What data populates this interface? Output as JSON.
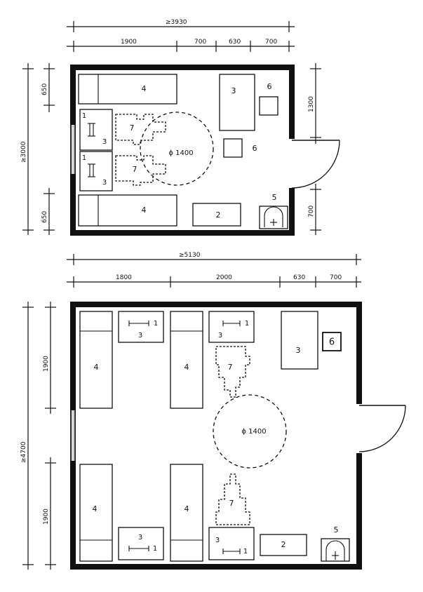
{
  "plan1": {
    "dims_top": {
      "overall": "≥3930",
      "seg1": "1900",
      "seg2": "700",
      "seg3": "630",
      "seg4": "700"
    },
    "dims_left": {
      "overall": "≥3000",
      "top": "650",
      "bottom": "650"
    },
    "dims_right": {
      "top": "1300",
      "bottom": "700"
    },
    "labels": {
      "bed_top": "4",
      "bed_bottom": "4",
      "table_center": "3",
      "item6_a": "6",
      "item6_b": "6",
      "nightstand_top_num": "1",
      "nightstand_top_chair": "3",
      "nightstand_bot_num": "1",
      "nightstand_bot_chair": "3",
      "chair_top": "7",
      "chair_bot": "7",
      "circle": "ϕ 1400",
      "item2": "2",
      "item5": "5"
    }
  },
  "plan2": {
    "dims_top": {
      "overall": "≥5130",
      "seg1": "1800",
      "seg2": "2000",
      "seg3": "630",
      "seg4": "700"
    },
    "dims_left": {
      "overall": "≥4700",
      "top": "1900",
      "bottom": "1900"
    },
    "labels": {
      "bed_tl": "4",
      "bed_tm": "4",
      "bed_bl": "4",
      "bed_bm": "4",
      "table_tl": "3",
      "table_tl_num": "1",
      "table_tm": "3",
      "table_tm_num": "1",
      "table_tr": "3",
      "item6": "6",
      "chair_top": "7",
      "chair_bot": "7",
      "circle": "ϕ 1400",
      "table_bl": "3",
      "table_bl_num": "1",
      "table_bm": "3",
      "table_bm_num": "1",
      "item2": "2",
      "item5": "5"
    }
  }
}
